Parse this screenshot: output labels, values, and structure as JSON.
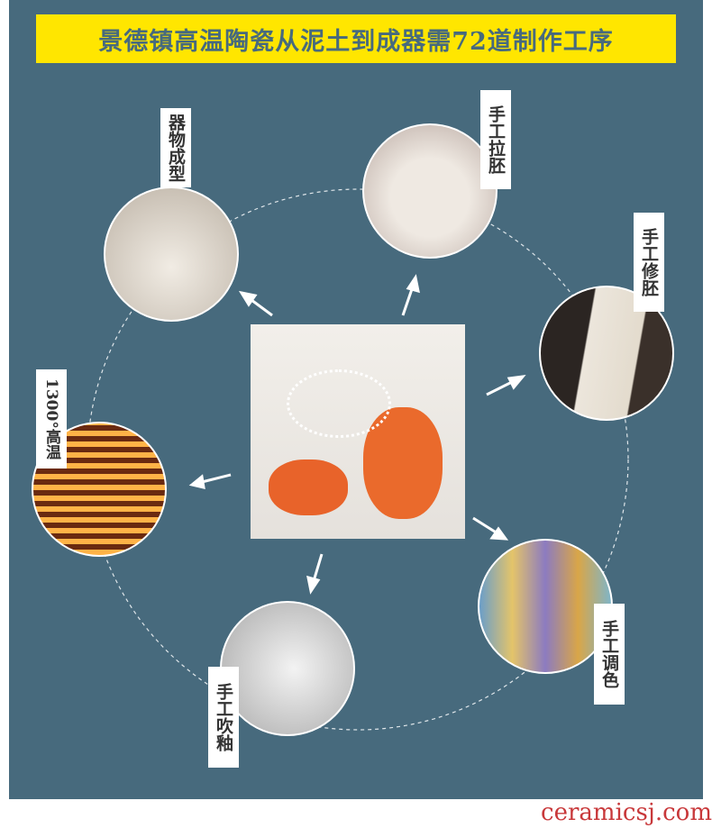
{
  "title": "景德镇高温陶瓷从泥土到成器需72道制作工序",
  "steps": [
    {
      "label": "器物成型"
    },
    {
      "label": "手工拉胚"
    },
    {
      "label": "手工修胚"
    },
    {
      "label": "手工调色"
    },
    {
      "label": "手工吹釉"
    },
    {
      "label": "1300°高温"
    }
  ],
  "watermark": "ceramicsj.com",
  "colors": {
    "background": "#476a7d",
    "title_bg": "#ffe600",
    "watermark": "#c8383a"
  }
}
